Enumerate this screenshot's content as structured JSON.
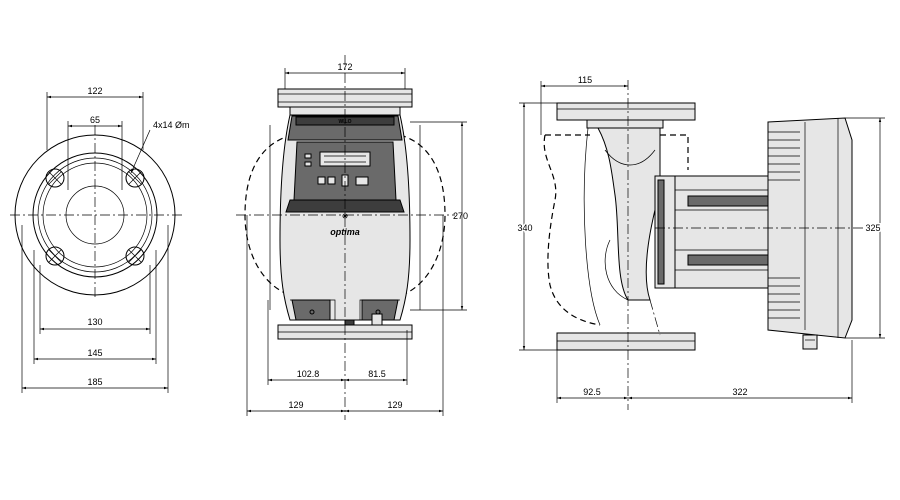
{
  "left_view": {
    "dim_top": "122",
    "dim_inner": "65",
    "dim_holes": "4x14 Øm",
    "dim_130": "130",
    "dim_145": "145",
    "dim_185": "185"
  },
  "front_view": {
    "dim_width": "172",
    "dim_height": "270",
    "dim_left_base": "102.8",
    "dim_right_base": "81.5",
    "dim_left_half": "129",
    "dim_right_half": "129",
    "brand": "optima",
    "top_label": "WILO"
  },
  "side_view": {
    "dim_top": "115",
    "dim_height_left": "340",
    "dim_height_right": "325",
    "dim_bottom_left": "92.5",
    "dim_bottom_right": "322"
  }
}
